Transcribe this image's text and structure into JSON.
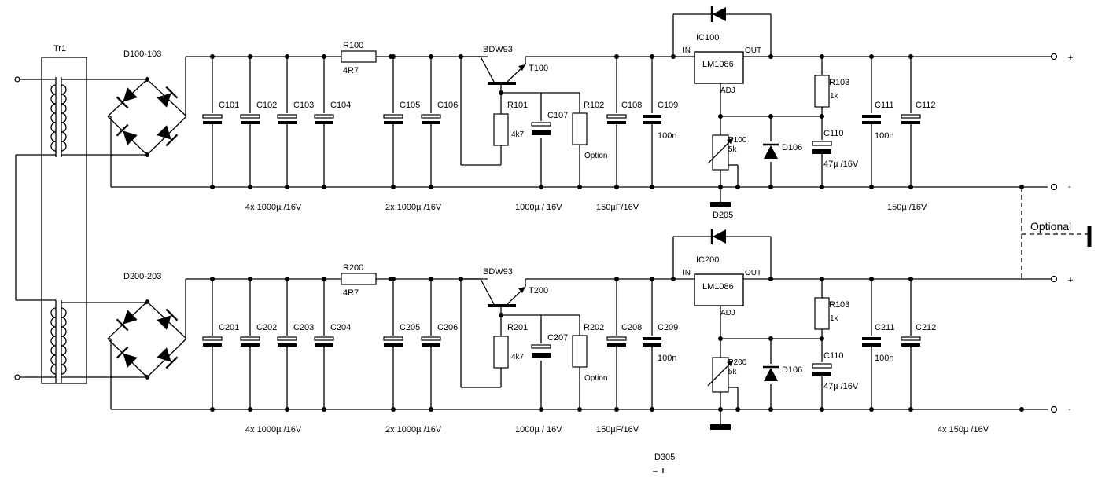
{
  "transformer": {
    "label": "Tr1"
  },
  "top": {
    "bridge": "D100-103",
    "caps_main": [
      "C101",
      "C102",
      "C103",
      "C104"
    ],
    "caps_main_note": "4x 1000µ /16V",
    "resistor": "R100",
    "resistor_value": "4R7",
    "caps_second": [
      "C105",
      "C106"
    ],
    "caps_second_note": "2x 1000µ /16V",
    "transistor_type": "BDW93",
    "transistor": "T100",
    "r_base": "R101",
    "r_base_value": "4k7",
    "cap_base": "C107",
    "cap_base_note": "1000µ / 16V",
    "r_opt": "R102",
    "r_opt_value": "Option",
    "cap_in1": "C108",
    "cap_in1_note": "150µF/16V",
    "cap_in2": "C109",
    "cap_in2_value": "100n",
    "ic": "IC100",
    "ic_type": "LM1086",
    "pin_in": "IN",
    "pin_out": "OUT",
    "pin_adj": "ADJ",
    "r_fb": "R103",
    "r_fb_value": "1k",
    "pot": "P100",
    "pot_value": "5k",
    "diode": "D106",
    "cap_adj": "C110",
    "cap_adj_value": "47µ /16V",
    "diode_bottom": "D205",
    "cap_out1": "C111",
    "cap_out1_value": "100n",
    "cap_out2": "C112",
    "cap_out_note": "150µ /16V",
    "plus": "+",
    "minus": "-"
  },
  "optional_label": "Optional",
  "bottom": {
    "bridge": "D200-203",
    "caps_main": [
      "C201",
      "C202",
      "C203",
      "C204"
    ],
    "caps_main_note": "4x 1000µ /16V",
    "resistor": "R200",
    "resistor_value": "4R7",
    "caps_second": [
      "C205",
      "C206"
    ],
    "caps_second_note": "2x 1000µ /16V",
    "transistor_type": "BDW93",
    "transistor": "T200",
    "r_base": "R201",
    "r_base_value": "4k7",
    "cap_base": "C207",
    "cap_base_note": "1000µ / 16V",
    "r_opt": "R202",
    "r_opt_value": "Option",
    "cap_in1": "C208",
    "cap_in1_note": "150µF/16V",
    "cap_in2": "C209",
    "cap_in2_value": "100n",
    "ic": "IC200",
    "ic_type": "LM1086",
    "pin_in": "IN",
    "pin_out": "OUT",
    "pin_adj": "ADJ",
    "r_fb": "R103",
    "r_fb_value": "1k",
    "pot": "P200",
    "pot_value": "5k",
    "diode": "D106",
    "cap_adj": "C110",
    "cap_adj_value": "47µ /16V",
    "diode_bottom": "D305",
    "cap_out1": "C211",
    "cap_out1_value": "100n",
    "cap_out2": "C212",
    "cap_out_note": "4x 150µ /16V",
    "plus": "+",
    "minus": "-"
  }
}
